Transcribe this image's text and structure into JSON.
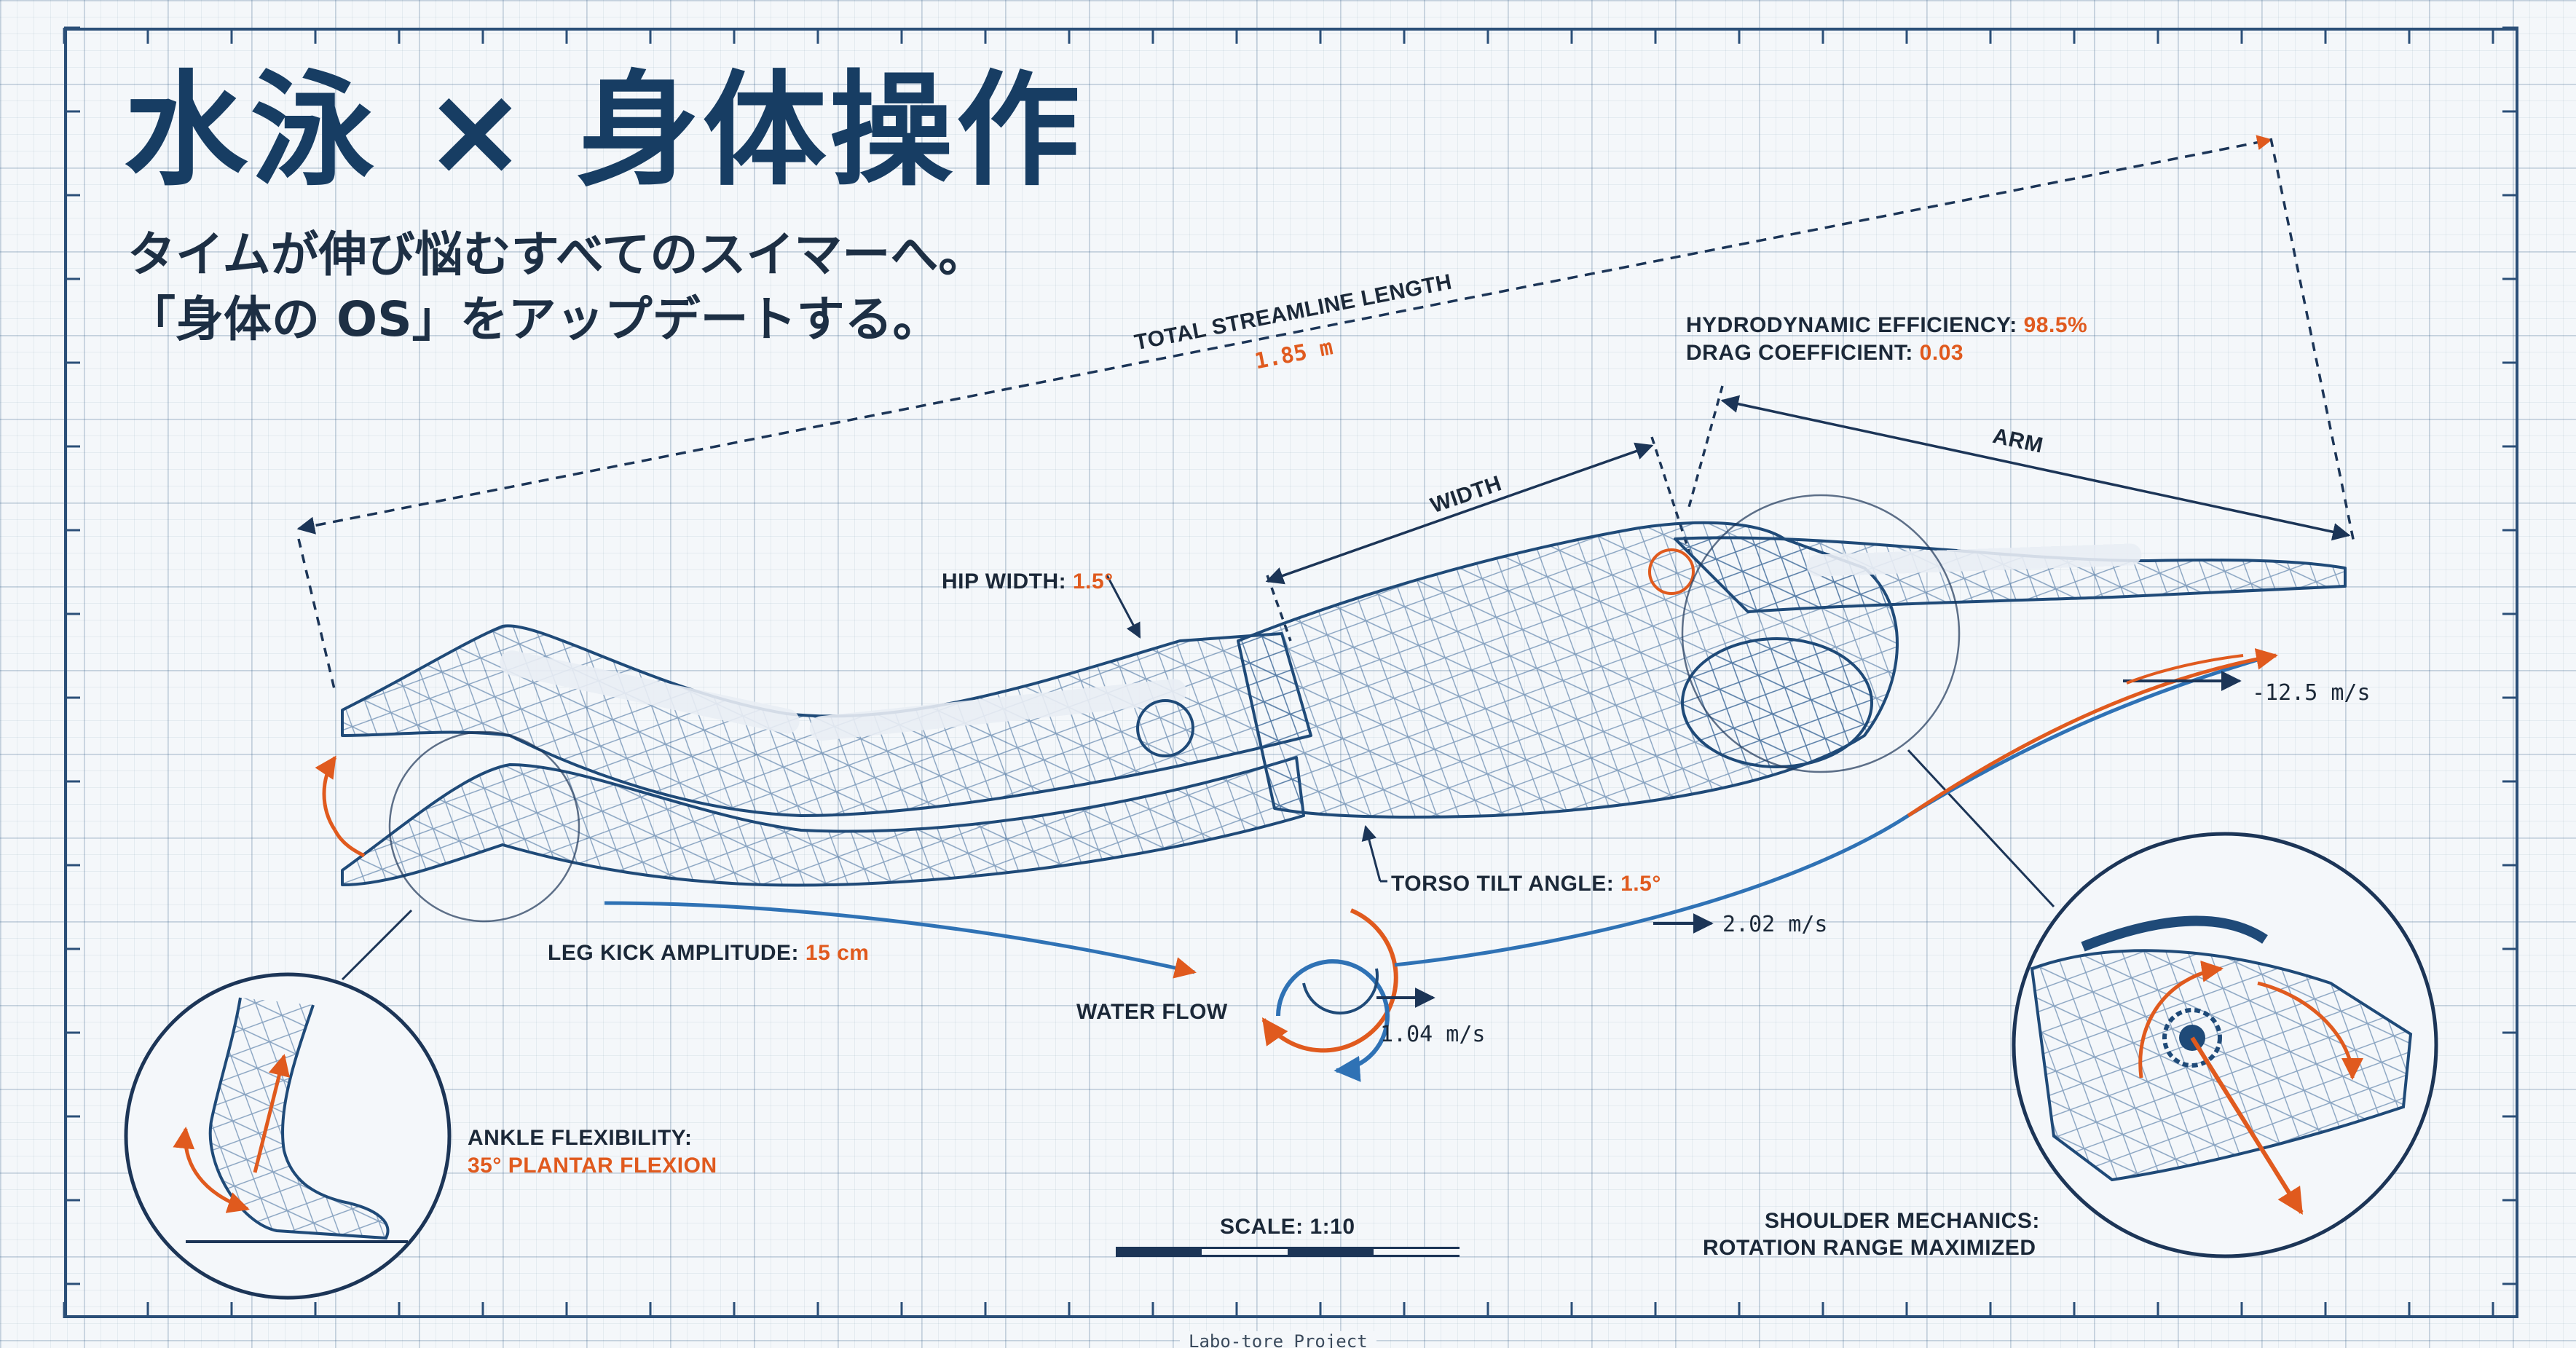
{
  "header": {
    "title": "水泳 × 身体操作",
    "subtitle_line1": "タイムが伸び悩むすべてのスイマーへ。",
    "subtitle_line2": "「身体の OS」をアップデートする。"
  },
  "dimensions": {
    "total_label": "TOTAL STREAMLINE LENGTH",
    "total_value": "1.85 m",
    "width_label": "WIDTH",
    "arm_label": "ARM"
  },
  "metrics": {
    "efficiency_label": "HYDRODYNAMIC EFFICIENCY:",
    "efficiency_value": "98.5%",
    "drag_label": "DRAG COEFFICIENT:",
    "drag_value": "0.03",
    "hip_label": "HIP WIDTH:",
    "hip_value": "1.5°",
    "torso_label": "TORSO TILT ANGLE:",
    "torso_value": "1.5°",
    "kick_label": "LEG KICK AMPLITUDE:",
    "kick_value": "15 cm",
    "ankle_label": "ANKLE FLEXIBILITY:",
    "ankle_value": "35° PLANTAR FLEXION",
    "shoulder_line1": "SHOULDER MECHANICS:",
    "shoulder_line2": "ROTATION RANGE MAXIMIZED"
  },
  "flow": {
    "label": "WATER FLOW",
    "speed_front": "-12.5 m/s",
    "speed_mid": "2.02 m/s",
    "speed_low": "1.04 m/s"
  },
  "scale": {
    "label": "SCALE: 1:10"
  },
  "footer": {
    "text": "Labo-tore Project"
  },
  "colors": {
    "ink": "#173d63",
    "accent": "#e05a1e",
    "flow_blue": "#2f72b5"
  }
}
